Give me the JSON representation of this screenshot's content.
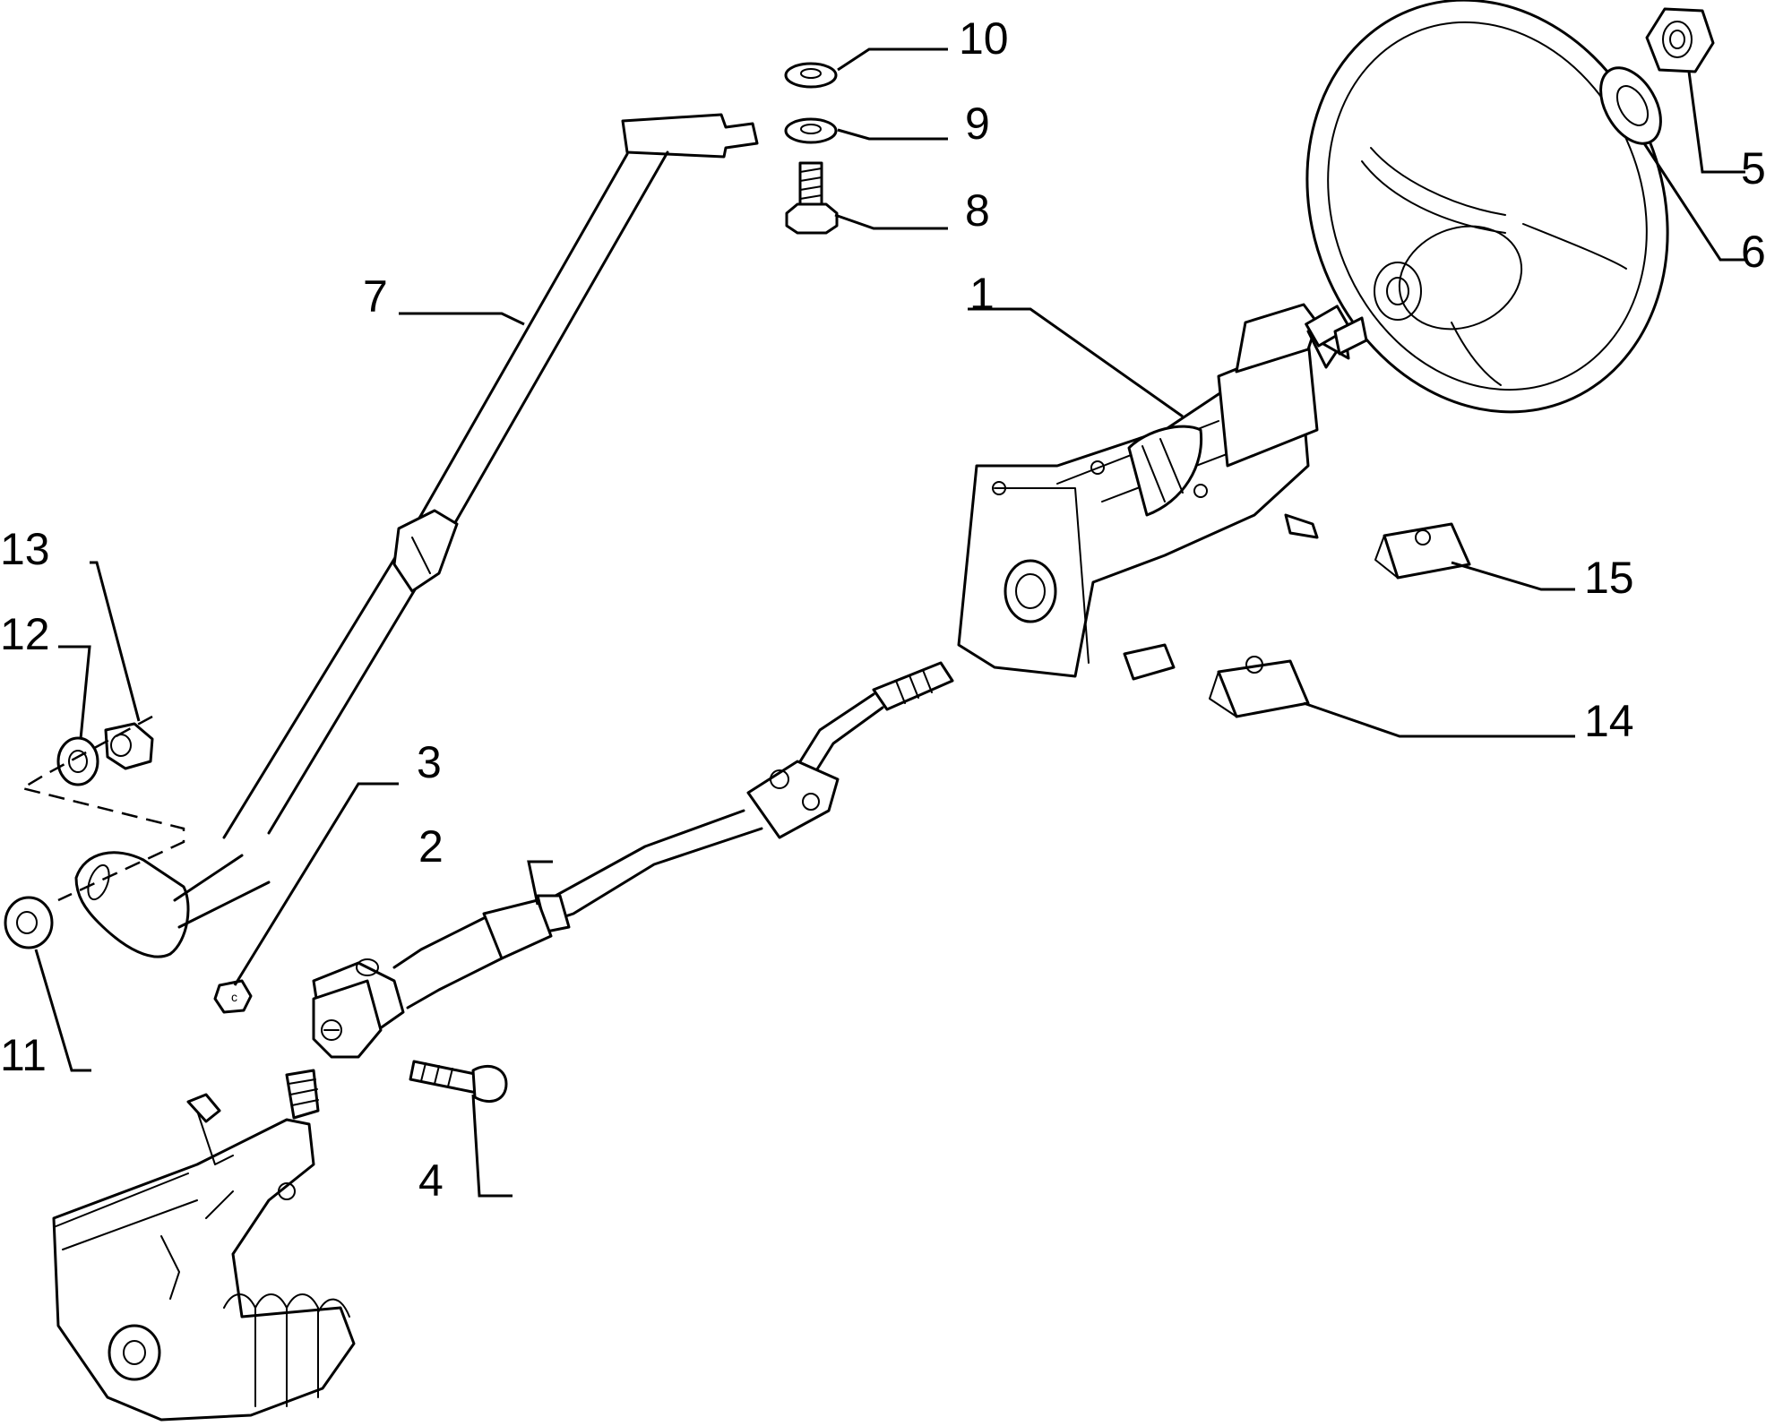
{
  "diagram": {
    "callouts": [
      {
        "id": "1",
        "label": "1"
      },
      {
        "id": "2",
        "label": "2"
      },
      {
        "id": "3",
        "label": "3"
      },
      {
        "id": "4",
        "label": "4"
      },
      {
        "id": "5",
        "label": "5"
      },
      {
        "id": "6",
        "label": "6"
      },
      {
        "id": "7",
        "label": "7"
      },
      {
        "id": "8",
        "label": "8"
      },
      {
        "id": "9",
        "label": "9"
      },
      {
        "id": "10",
        "label": "10"
      },
      {
        "id": "11",
        "label": "11"
      },
      {
        "id": "12",
        "label": "12"
      },
      {
        "id": "13",
        "label": "13"
      },
      {
        "id": "14",
        "label": "14"
      },
      {
        "id": "15",
        "label": "15"
      }
    ]
  }
}
